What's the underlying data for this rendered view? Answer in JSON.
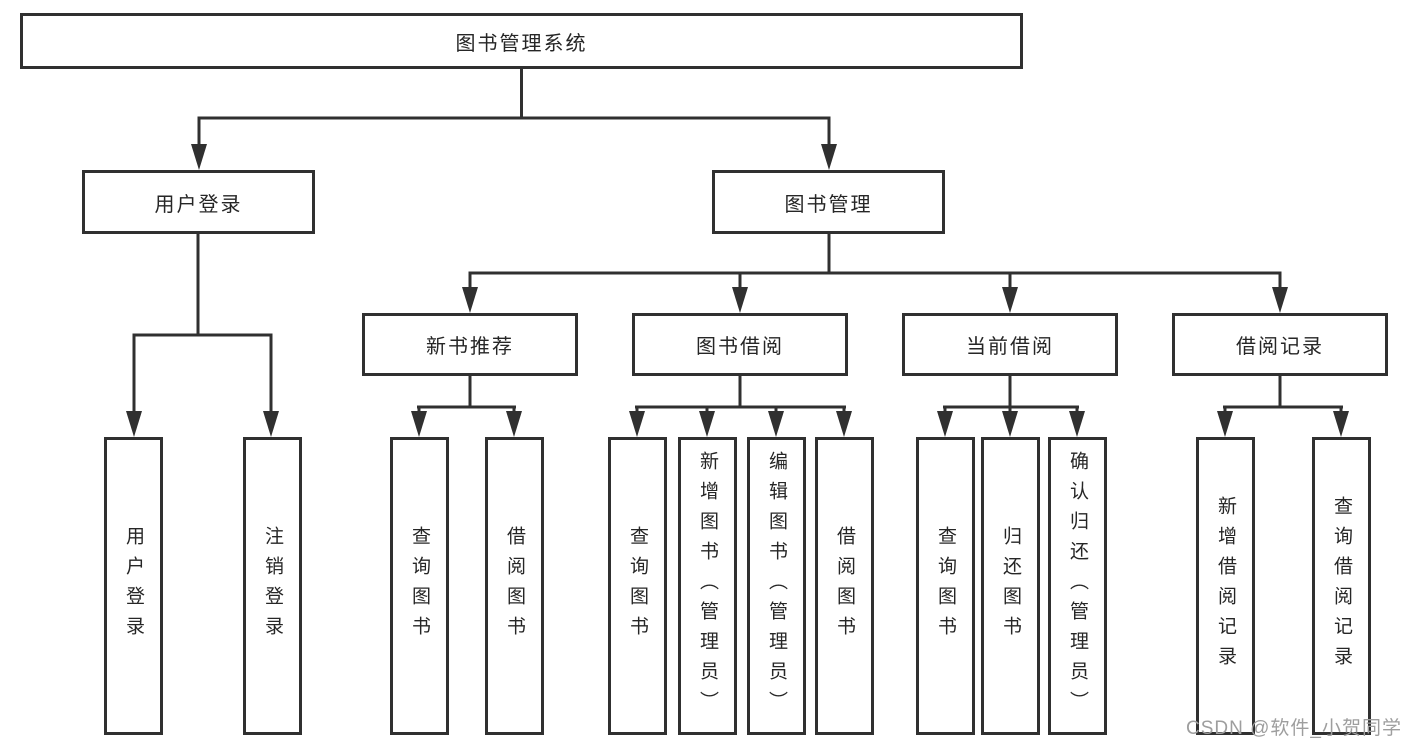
{
  "diagram": {
    "root_label": "图书管理系统",
    "level2": {
      "user_login": "用户登录",
      "book_management": "图书管理"
    },
    "level3": {
      "new_book": "新书推荐",
      "book_borrow": "图书借阅",
      "current_borrow": "当前借阅",
      "borrow_records": "借阅记录"
    },
    "leaves": {
      "user_login": "用户登录",
      "logout": "注销登录",
      "nb_query": "查询图书",
      "nb_borrow": "借阅图书",
      "bb_query": "查询图书",
      "bb_add": "新增图书（管理员）",
      "bb_edit": "编辑图书（管理员）",
      "bb_borrow": "借阅图书",
      "cb_query": "查询图书",
      "cb_return": "归还图书",
      "cb_confirm": "确认归还（管理员）",
      "br_add": "新增借阅记录",
      "br_query": "查询借阅记录"
    },
    "line_color": "#303030",
    "box_background": "#ffffff"
  },
  "watermark": {
    "text": "CSDN @软件_小贺同学",
    "color": "#9e9e9e"
  }
}
